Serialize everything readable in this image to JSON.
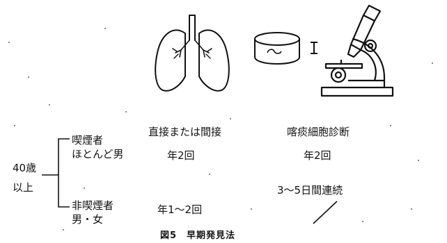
{
  "age_group": {
    "line1": "40歳",
    "line2": "以上"
  },
  "groups": {
    "smoker": {
      "line1": "喫煙者",
      "line2": "ほとんど男"
    },
    "nonsmoker": {
      "line1": "非喫煙者",
      "line2": "男・女"
    }
  },
  "columns": {
    "xray": "直接または間接",
    "sputum": "喀痰細胞診断"
  },
  "frequencies": {
    "smoker_xray": "年2回",
    "smoker_sputum": "年2回",
    "sputum_note": "3〜5日間連続",
    "nonsmoker_xray": "年1〜2回"
  },
  "caption": "図5　早期発見法",
  "icons": {
    "lungs": "lungs-icon",
    "sample_dish": "sample-dish-icon",
    "microscope": "microscope-icon"
  },
  "colors": {
    "ink": "#111111",
    "background": "#ffffff"
  }
}
